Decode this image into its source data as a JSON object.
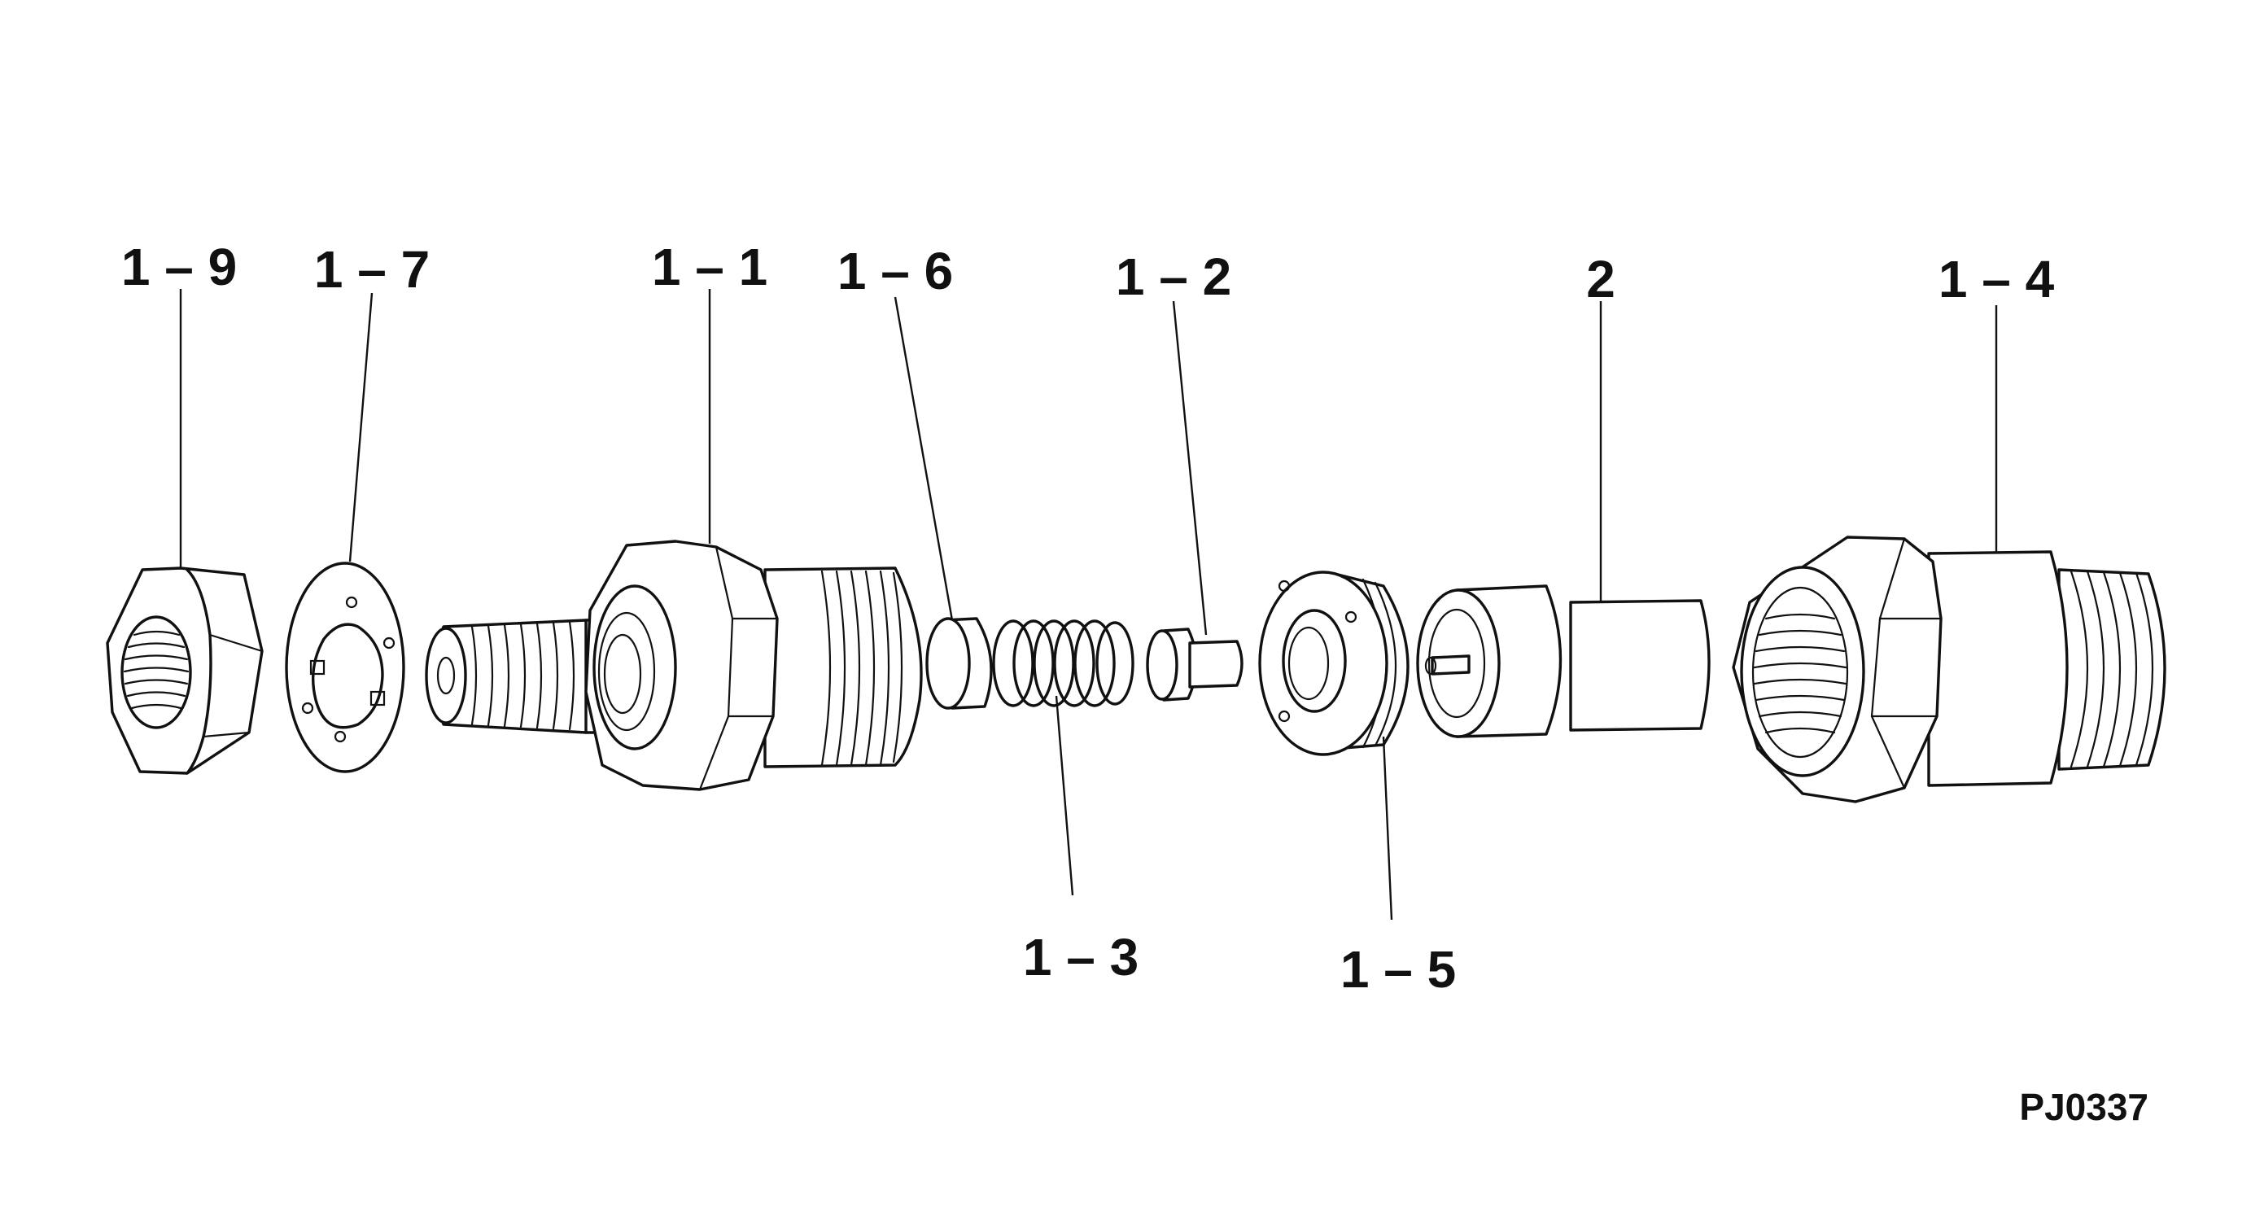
{
  "figure_id": "PJ0337",
  "callouts": {
    "c1_9": "1 – 9",
    "c1_7": "1 – 7",
    "c1_1": "1 – 1",
    "c1_6": "1 – 6",
    "c1_2": "1 – 2",
    "c2": "2",
    "c1_4": "1 – 4",
    "c1_3": "1 – 3",
    "c1_5": "1 – 5"
  }
}
